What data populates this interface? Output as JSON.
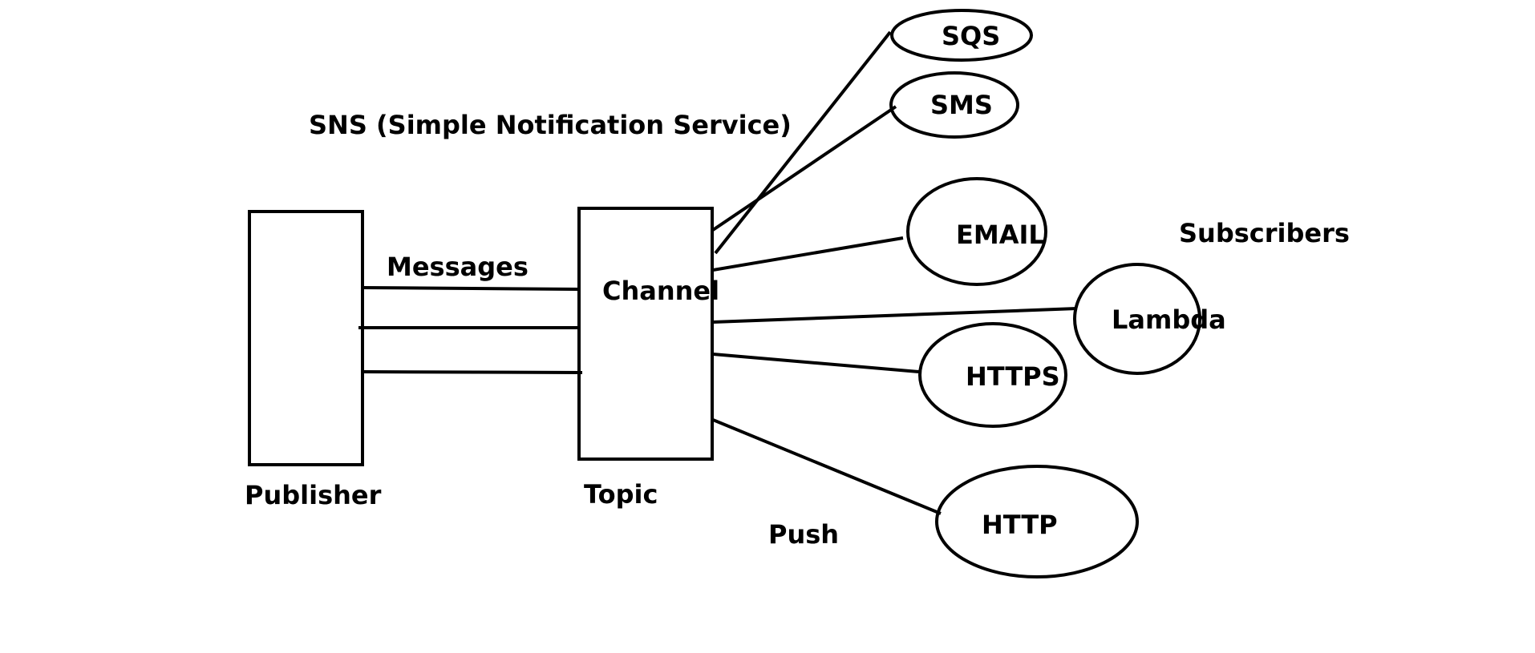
{
  "title": "SNS (Simple Notification Service)",
  "publisher": {
    "label": "Publisher"
  },
  "topic": {
    "inner_label": "Channel",
    "label": "Topic"
  },
  "messages_label": "Messages",
  "push_label": "Push",
  "subscribers_label": "Subscribers",
  "subscribers": [
    "SQS",
    "SMS",
    "EMAIL",
    "Lambda",
    "HTTPS",
    "HTTP"
  ],
  "colors": {
    "stroke": "#000000",
    "background": "#ffffff"
  }
}
